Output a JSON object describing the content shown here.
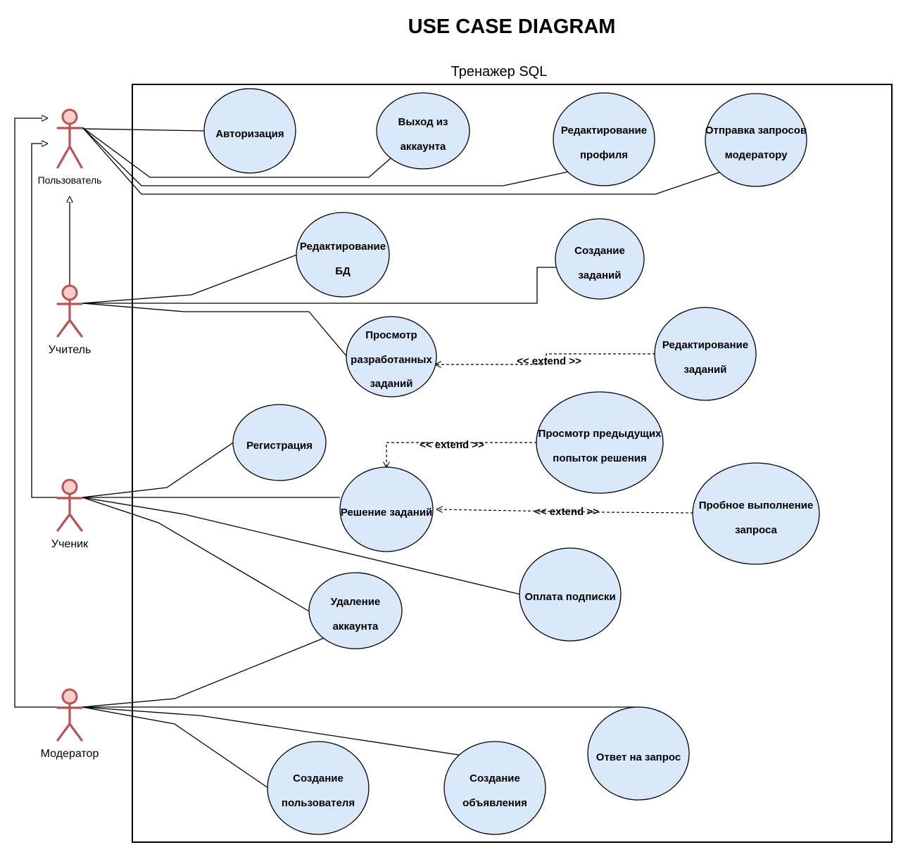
{
  "title": "USE CASE DIAGRAM",
  "system": {
    "label": "Тренажер SQL"
  },
  "actors": {
    "user": "Пользователь",
    "teacher": "Учитель",
    "student": "Ученик",
    "moderator": "Модератор"
  },
  "use_cases": {
    "login": [
      "Авторизация"
    ],
    "logout": [
      "Выход из",
      "аккаунта"
    ],
    "edit_profile": [
      "Редактирование",
      "профиля"
    ],
    "send_requests": [
      "Отправка запросов",
      "модератору"
    ],
    "edit_db": [
      "Редактирование",
      "БД"
    ],
    "create_tasks": [
      "Создание",
      "заданий"
    ],
    "view_tasks": [
      "Просмотр",
      "разработанных",
      "заданий"
    ],
    "edit_tasks": [
      "Редактирование",
      "заданий"
    ],
    "registration": [
      "Регистрация"
    ],
    "view_attempts": [
      "Просмотр предыдущих",
      "попыток решения"
    ],
    "solve_tasks": [
      "Решение заданий"
    ],
    "trial_run": [
      "Пробное выполнение",
      "запроса"
    ],
    "pay_subscription": [
      "Оплата подписки"
    ],
    "delete_account": [
      "Удаление",
      "аккаунта"
    ],
    "answer_request": [
      "Ответ на запрос"
    ],
    "create_user": [
      "Создание",
      "пользователя"
    ],
    "create_ad": [
      "Создание",
      "объявления"
    ]
  },
  "extend_labels": {
    "edit_tasks": "<< extend >>",
    "view_attempts": "<< extend >>",
    "trial_run": "<< extend >>"
  },
  "colors": {
    "use_case_fill": "#dae8fc",
    "actor_stroke": "#b85450",
    "actor_head_fill": "#f8cecc"
  }
}
